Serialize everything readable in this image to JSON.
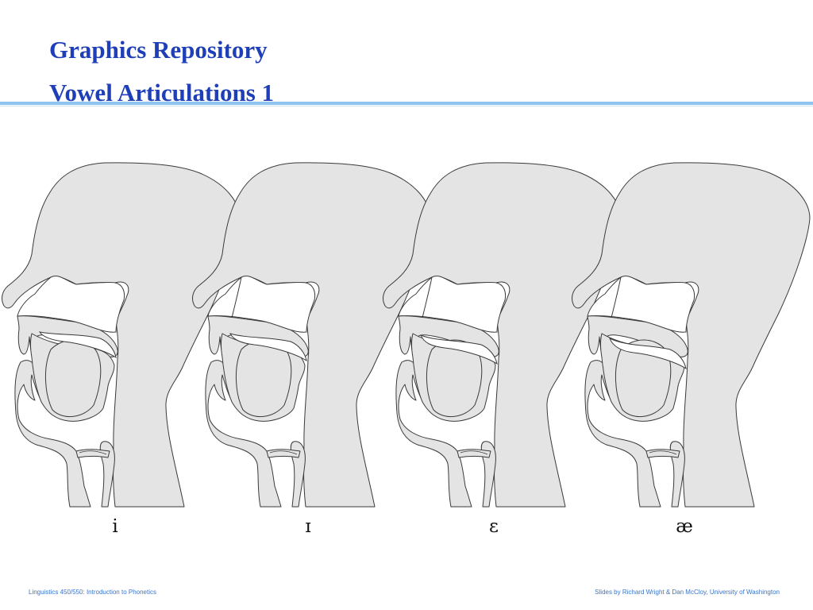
{
  "header": {
    "title": "Graphics Repository",
    "subtitle": "Vowel Articulations 1"
  },
  "diagram": {
    "fill_color": "#e4e4e4",
    "stroke_color": "#3a3a3a",
    "vowels": [
      {
        "symbol": "i"
      },
      {
        "symbol": "ɪ"
      },
      {
        "symbol": "ɛ"
      },
      {
        "symbol": "æ"
      }
    ]
  },
  "footer": {
    "left": "Linguistics 450/550: Introduction to Phonetics",
    "right": "Slides by Richard Wright & Dan McCloy, University of Washington"
  }
}
